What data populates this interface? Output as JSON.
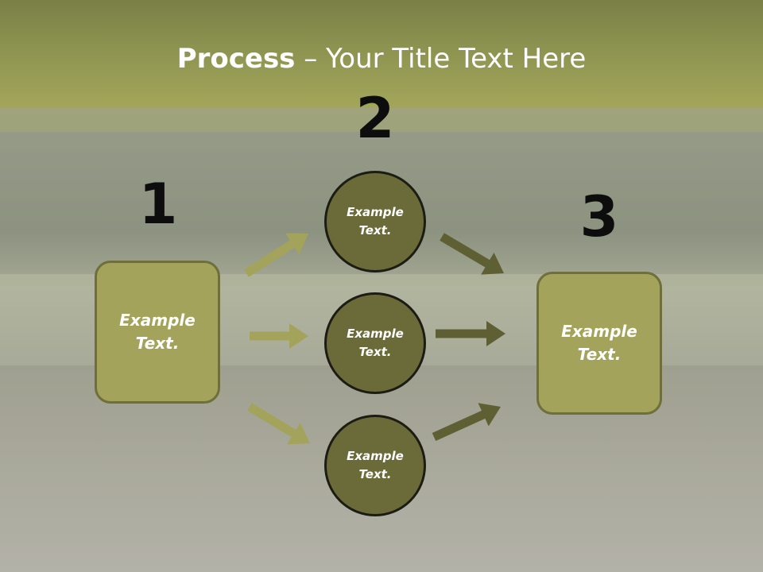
{
  "title": {
    "bold": "Process",
    "rest": " – Your Title Text Here"
  },
  "steps": {
    "n1": "1",
    "n2": "2",
    "n3": "3"
  },
  "left_box": {
    "label": "Example\nText."
  },
  "right_box": {
    "label": "Example\nText."
  },
  "circles": [
    {
      "label": "Example\nText."
    },
    {
      "label": "Example\nText."
    },
    {
      "label": "Example\nText."
    }
  ],
  "colors": {
    "light_arrow": "#a3a35c",
    "dark_arrow": "#5e5f33",
    "box_fill": "#a3a35c",
    "circle_fill": "#6b6b3a",
    "banner": "#8d9350"
  }
}
